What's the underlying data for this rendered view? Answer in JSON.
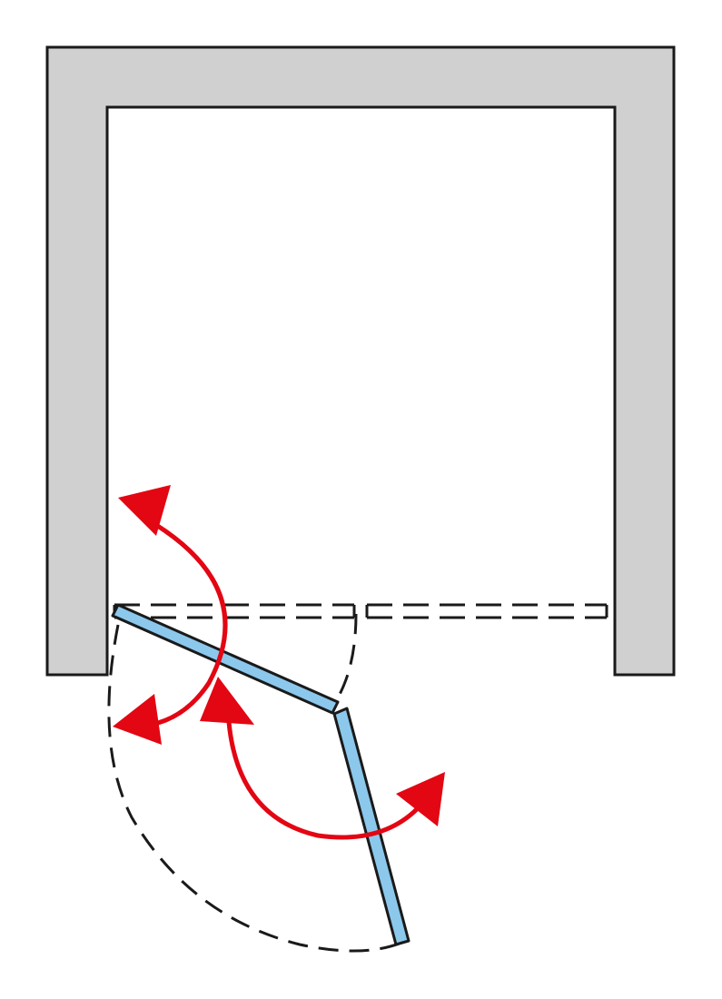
{
  "diagram": {
    "kind": "shower-enclosure-plan",
    "description_visible_text": "",
    "colors": {
      "wall_fill": "#d0d0d0",
      "outline": "#1a1a1a",
      "glass_fill": "#8cc8ec",
      "arrow": "#e30613",
      "background": "#ffffff"
    },
    "elements": {
      "wall": "u-shaped-wall-recess",
      "closed_door": "closed-bifold-door-outline",
      "open_door": "two-panel-pivot-door",
      "swing_path": "dashed-swing-path",
      "arrows": [
        "inward-swing-arrow",
        "outward-swing-arrow"
      ]
    }
  }
}
